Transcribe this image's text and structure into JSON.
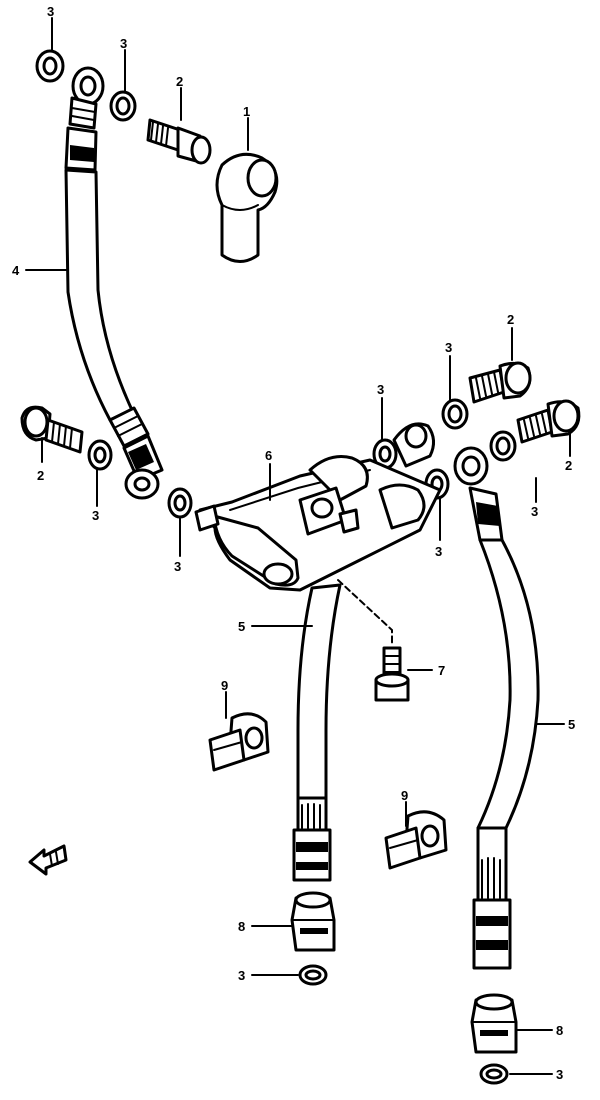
{
  "callouts": {
    "c1": "1",
    "c2a": "2",
    "c2b": "2",
    "c2c": "2",
    "c2d": "2",
    "c3a": "3",
    "c3b": "3",
    "c3c": "3",
    "c3d": "3",
    "c3e": "3",
    "c3f": "3",
    "c3g": "3",
    "c3h": "3",
    "c3i": "3",
    "c3j": "3",
    "c4": "4",
    "c5a": "5",
    "c5b": "5",
    "c6": "6",
    "c7": "7",
    "c8a": "8",
    "c8b": "8",
    "c9a": "9",
    "c9b": "9"
  },
  "colors": {
    "ink": "#000000",
    "paper": "#ffffff"
  },
  "icons": {
    "front_arrow": "front-direction-arrow-icon"
  }
}
